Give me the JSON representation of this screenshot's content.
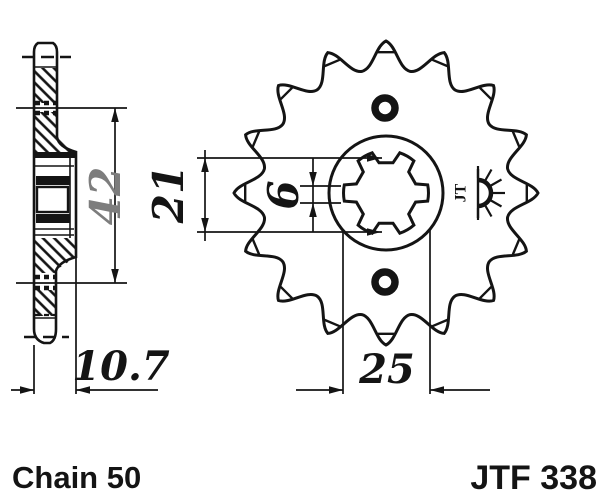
{
  "footer": {
    "chain_label": "Chain 50",
    "part_number": "JTF 338"
  },
  "dims": {
    "plate_offset": "42",
    "bore_across_flats": "21",
    "spline_groove_width": "6",
    "hub_width": "10.7",
    "bore_across_grooves": "25"
  },
  "logo": {
    "jt_text": "JT"
  },
  "gear": {
    "teeth": 16
  },
  "colors": {
    "ink": "#141414",
    "dim_faded": "#7d7d7d"
  }
}
